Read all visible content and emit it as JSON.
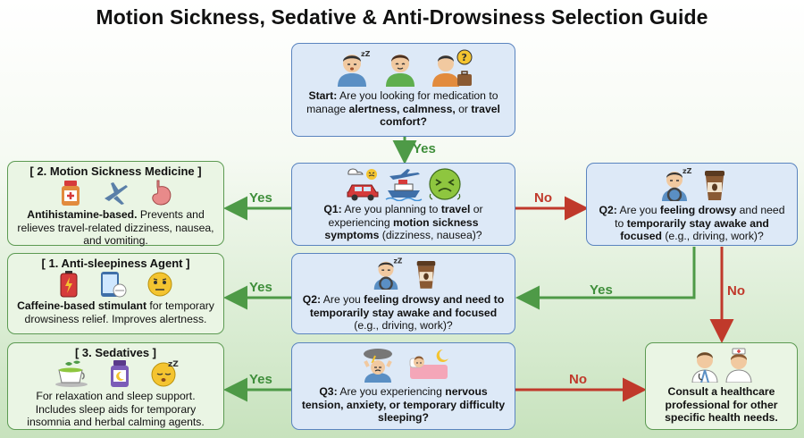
{
  "title": "Motion Sickness, Sedative & Anti-Drowsiness Selection Guide",
  "start": {
    "prefix": "Start:",
    "text1": " Are you looking for medication to manage ",
    "bold1": "alertness, calmness,",
    "text2": " or ",
    "bold2": "travel comfort?",
    "icons": [
      "sleepy-person-icon",
      "calm-person-icon",
      "traveler-question-icon"
    ]
  },
  "q1": {
    "prefix": "Q1:",
    "text1": " Are you planning to ",
    "bold1": "travel",
    "text2": " or experiencing ",
    "bold2": "motion sickness symptoms",
    "text3": " (dizziness, nausea)?",
    "icons": [
      "car-icon",
      "airplane-icon",
      "ship-icon",
      "nauseous-face-icon"
    ]
  },
  "q2_right": {
    "prefix": "Q2:",
    "text1": " Are you ",
    "bold1": "feeling drowsy",
    "text2": " and need to ",
    "bold2": "temporarily stay awake and focused",
    "text3": " (e.g., driving, work)?",
    "icons": [
      "drowsy-driver-icon",
      "coffee-cup-icon"
    ]
  },
  "q2_center": {
    "prefix": "Q2:",
    "text1": " Are you ",
    "bold1": "feeling drowsy and need to temporarily stay awake and focused",
    "text3": " (e.g., driving, work)?",
    "icons": [
      "drowsy-driver-icon",
      "coffee-cup-icon"
    ]
  },
  "q3": {
    "prefix": "Q3:",
    "text1": " Are you experiencing ",
    "bold1": "nervous tension, anxiety, or temporary difficulty sleeping?",
    "icons": [
      "stressed-person-icon",
      "sleeping-person-icon"
    ]
  },
  "motion": {
    "header": "[ 2. Motion Sickness Medicine ]",
    "bold": "Antihistamine-based.",
    "text": " Prevents and relieves travel-related dizziness, nausea, and vomiting.",
    "icons": [
      "medicine-bottle-icon",
      "airplane-icon",
      "stomach-icon"
    ]
  },
  "anti": {
    "header": "[ 1. Anti-sleepiness Agent ]",
    "bold": "Caffeine-based stimulant",
    "text": " for temporary drowsiness relief. Improves alertness.",
    "icons": [
      "battery-icon",
      "tablet-pill-icon",
      "alert-face-icon"
    ]
  },
  "sed": {
    "header": "[ 3. Sedatives ]",
    "text": "For relaxation and sleep support. Includes sleep aids for temporary insomnia and herbal calming agents.",
    "icons": [
      "herbal-tea-icon",
      "sleep-aid-bottle-icon",
      "sleepy-face-icon"
    ]
  },
  "consult": {
    "text": "Consult a healthcare professional for other specific health needs.",
    "icons": [
      "doctor-icon",
      "nurse-icon"
    ]
  },
  "labels": {
    "yes": "Yes",
    "no": "No"
  },
  "colors": {
    "yes_arrow": "#4e9a47",
    "no_arrow": "#c0392b",
    "question_box": "#dde9f7",
    "result_box": "#eaf5e4"
  }
}
